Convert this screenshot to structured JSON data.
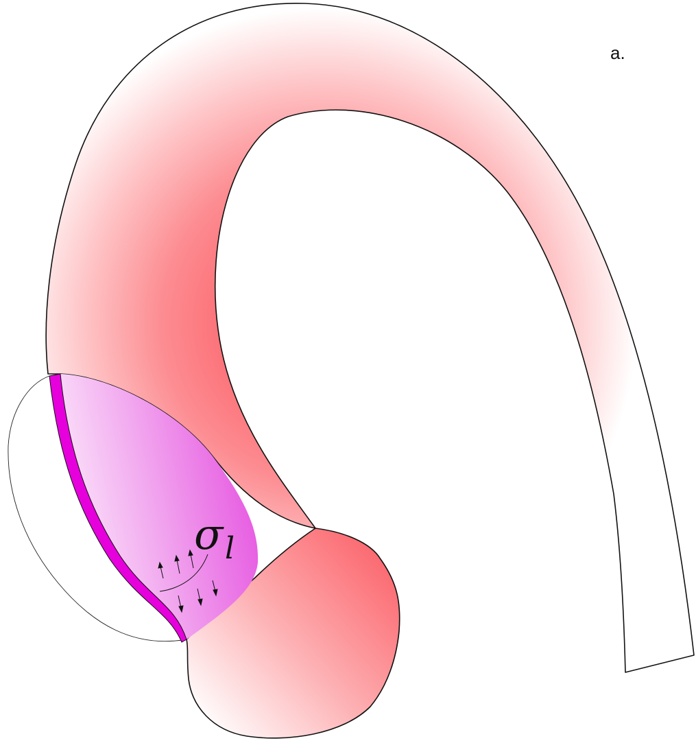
{
  "figure": {
    "panel_label": "a.",
    "stress_symbol": "σ",
    "stress_subscript": "l"
  },
  "colors": {
    "aorta_core": "#fb6b72",
    "aorta_edge": "#ffffff",
    "dissection_fill": "#e552e0",
    "dissection_fill_light": "#fbe3fa",
    "intimal_flap": "#e600dc",
    "outline": "#111111"
  }
}
